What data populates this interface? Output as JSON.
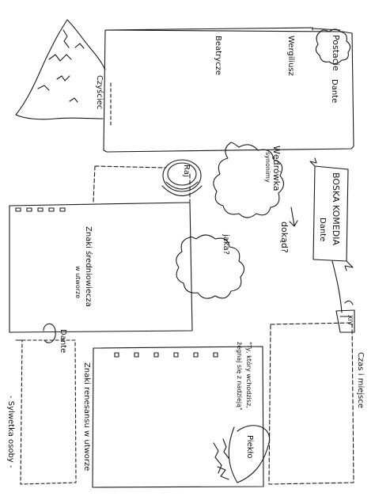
{
  "labels": {
    "postacie": "Postacie",
    "dante_top": "Dante",
    "wergiliusz": "Wergiliusz",
    "beatrycze": "Beatrycze",
    "czysciec": "Czyściec",
    "wedrowka": "Wędrówka",
    "synonimy": "synonimy",
    "dokad": "dokąd?",
    "jaka": "jaka?",
    "raj": "Raj",
    "boska_komedia": "BOSKA KOMEDIA",
    "dante_title": "Dante",
    "znaki_sredniowiecza": "Znaki średniowiecza",
    "w_utworze_1": "w utworze",
    "znaki_renesansu": "Znaki renesansu w utworze",
    "dante_arch": "Dante",
    "sylwetka": "- Sylwetka osoby -",
    "czas_miejsce": "Czas i miejsce",
    "xiv": "XIV",
    "quote_1": "\"Ty, który wchodzisz,",
    "quote_2": "żegnaj się z nadzieją\"",
    "pieklo": "Piekło"
  }
}
